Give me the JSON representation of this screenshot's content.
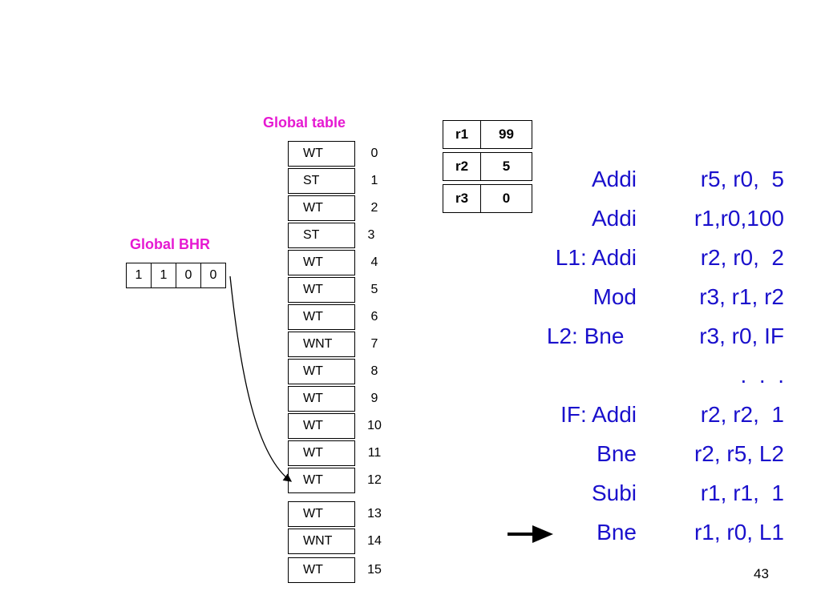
{
  "global_table": {
    "title": "Global table",
    "rows": [
      {
        "state": "WT",
        "index": "0"
      },
      {
        "state": "ST",
        "index": "1"
      },
      {
        "state": "WT",
        "index": "2"
      },
      {
        "state": "ST",
        "index": "3"
      },
      {
        "state": "WT",
        "index": "4"
      },
      {
        "state": "WT",
        "index": "5"
      },
      {
        "state": "WT",
        "index": "6"
      },
      {
        "state": "WNT",
        "index": "7"
      },
      {
        "state": "WT",
        "index": "8"
      },
      {
        "state": "WT",
        "index": "9"
      },
      {
        "state": "WT",
        "index": "10"
      },
      {
        "state": "WT",
        "index": "11"
      },
      {
        "state": "WT",
        "index": "12"
      },
      {
        "state": "WT",
        "index": "13"
      },
      {
        "state": "WNT",
        "index": "14"
      },
      {
        "state": "WT",
        "index": "15"
      }
    ]
  },
  "global_bhr": {
    "title": "Global BHR",
    "bits": [
      "1",
      "1",
      "0",
      "0"
    ]
  },
  "registers": [
    {
      "name": "r1",
      "value": "99"
    },
    {
      "name": "r2",
      "value": "5"
    },
    {
      "name": "r3",
      "value": "0"
    }
  ],
  "code": [
    {
      "left": "Addi",
      "right": "r5, r0,  5"
    },
    {
      "left": "Addi",
      "right": "r1,r0,100"
    },
    {
      "left": "L1: Addi",
      "right": "r2, r0,  2"
    },
    {
      "left": "Mod",
      "right": "r3, r1, r2"
    },
    {
      "left": "L2: Bne  ",
      "right": "r3, r0, IF"
    },
    {
      "left": "",
      "right": ".  .  ."
    },
    {
      "left": "IF: Addi",
      "right": "r2, r2,  1"
    },
    {
      "left": "Bne",
      "right": "r2, r5, L2"
    },
    {
      "left": "Subi",
      "right": "r1, r1,  1"
    },
    {
      "left": "Bne",
      "right": "r1, r0, L1"
    }
  ],
  "current_instruction_index": 9,
  "page_number": "43",
  "colors": {
    "title": "#e619d2",
    "code": "#1a10cc"
  }
}
